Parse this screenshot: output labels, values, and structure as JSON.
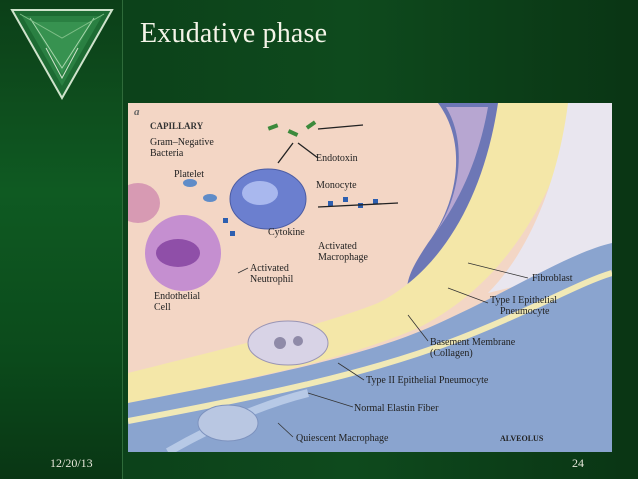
{
  "slide": {
    "title": "Exudative phase",
    "date": "12/20/13",
    "page_number": "24"
  },
  "figure": {
    "panel_letter": "a",
    "labels": {
      "capillary": "CAPILLARY",
      "gram_negative": "Gram–Negative",
      "bacteria": "Bacteria",
      "endotoxin": "Endotoxin",
      "platelet": "Platelet",
      "monocyte": "Monocyte",
      "cytokine": "Cytokine",
      "activated_macrophage_1": "Activated",
      "activated_macrophage_2": "Macrophage",
      "activated_neutrophil_1": "Activated",
      "activated_neutrophil_2": "Neutrophil",
      "endothelial_1": "Endothelial",
      "endothelial_2": "Cell",
      "fibroblast": "Fibroblast",
      "type1_1": "Type I Epithelial",
      "type1_2": "Pneumocyte",
      "basement_1": "Basement Membrane",
      "basement_2": "(Collagen)",
      "type2": "Type II Epithelial Pneumocyte",
      "elastin": "Normal Elastin Fiber",
      "quiescent": "Quiescent Macrophage",
      "alveolus": "ALVEOLUS"
    }
  },
  "colors": {
    "background": "#0e4a1d",
    "title_text": "#f4f4e8",
    "figure_bg": "#ffffff"
  }
}
